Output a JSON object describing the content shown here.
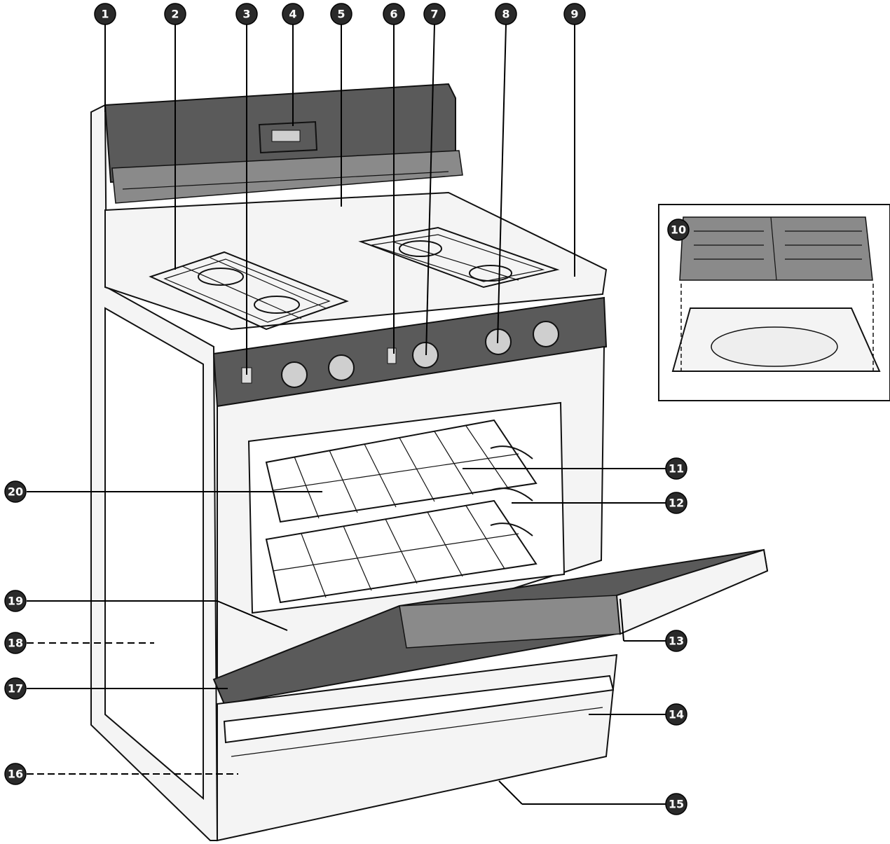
{
  "diagram": {
    "callouts": [
      {
        "number": "1"
      },
      {
        "number": "2"
      },
      {
        "number": "3"
      },
      {
        "number": "4"
      },
      {
        "number": "5"
      },
      {
        "number": "6"
      },
      {
        "number": "7"
      },
      {
        "number": "8"
      },
      {
        "number": "9"
      },
      {
        "number": "10"
      },
      {
        "number": "11"
      },
      {
        "number": "12"
      },
      {
        "number": "13"
      },
      {
        "number": "14"
      },
      {
        "number": "15"
      },
      {
        "number": "16"
      },
      {
        "number": "17"
      },
      {
        "number": "18"
      },
      {
        "number": "19"
      },
      {
        "number": "20"
      }
    ]
  }
}
